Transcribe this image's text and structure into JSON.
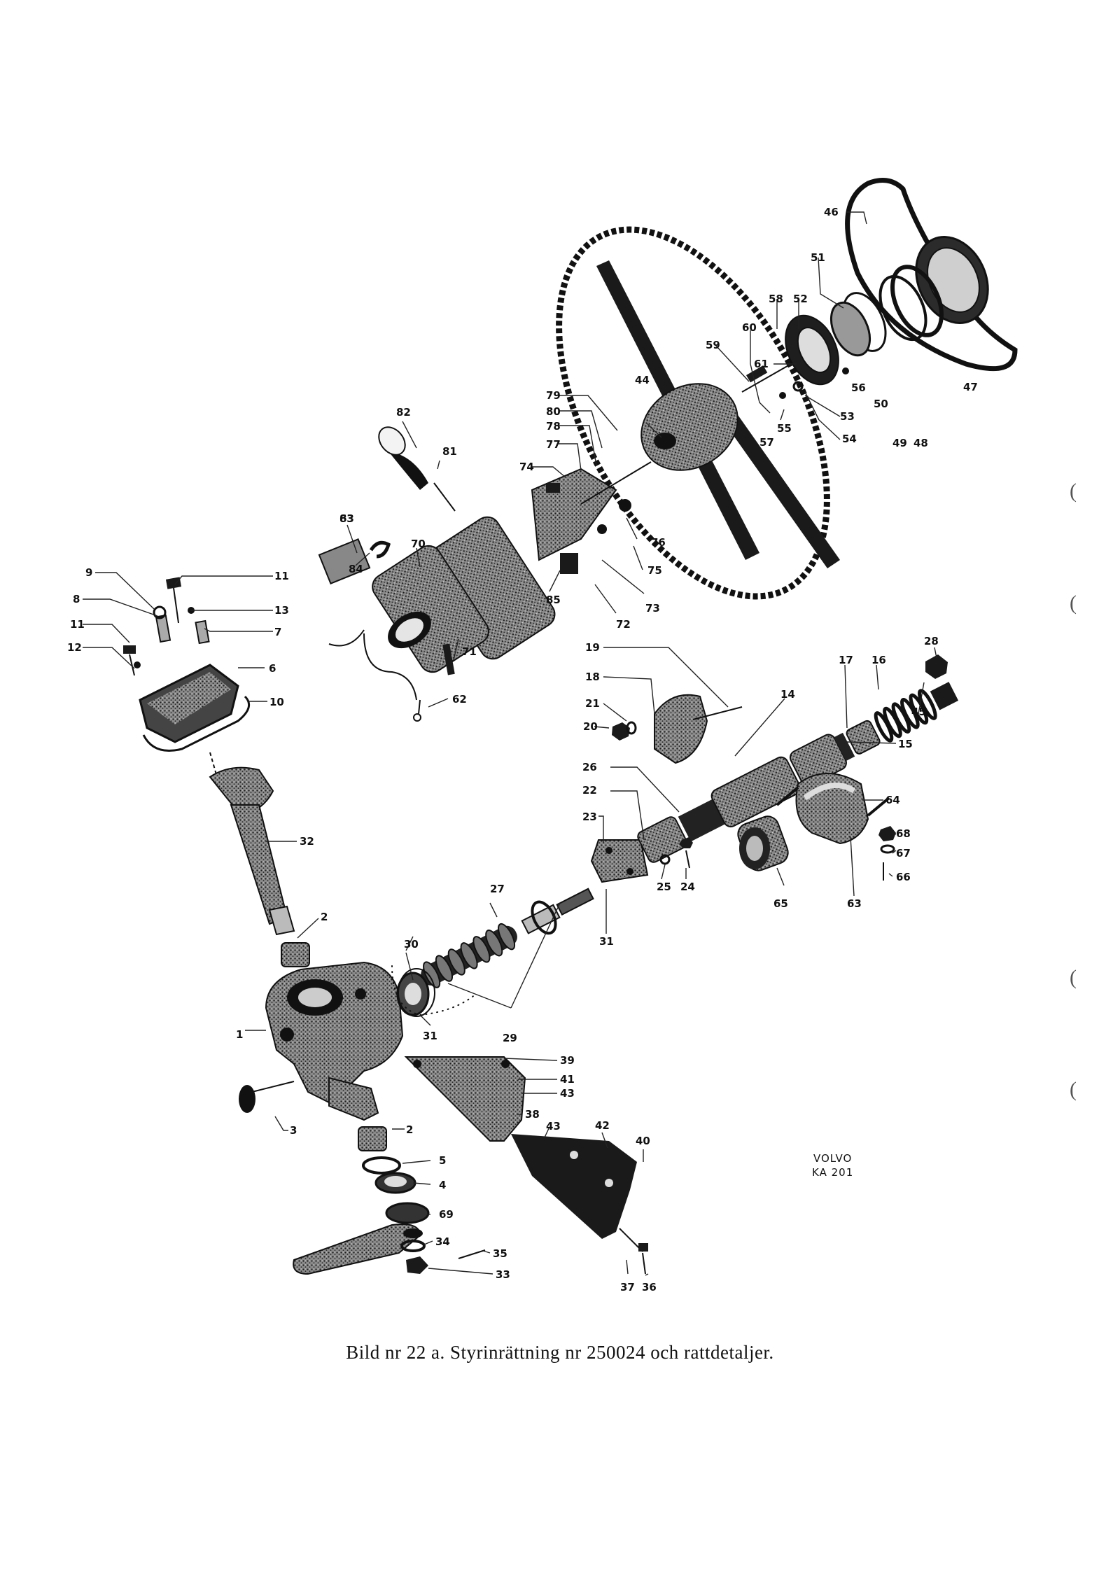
{
  "caption": "Bild nr 22 a.   Styrinrättning nr 250024 och rattdetaljer.",
  "stamp": [
    "VOLVO",
    "KA 201"
  ],
  "margin_marks": [
    "(",
    "(",
    "(",
    "("
  ],
  "part_labels": {
    "p1": "1",
    "p2a": "2",
    "p2b": "2",
    "p3": "3",
    "p4": "4",
    "p5": "5",
    "p6": "6",
    "p7": "7",
    "p8": "8",
    "p9": "9",
    "p10": "10",
    "p11a": "11",
    "p11b": "11",
    "p12": "12",
    "p13": "13",
    "p14": "14",
    "p15": "15",
    "p16": "16",
    "p17": "17",
    "p18": "18",
    "p19": "19",
    "p20": "20",
    "p21": "21",
    "p22": "22",
    "p23": "23",
    "p24": "24",
    "p25": "25",
    "p26": "26",
    "p27": "27",
    "p28": "28",
    "p29": "29",
    "p30": "30",
    "p31a": "31",
    "p31b": "31",
    "p32": "32",
    "p33": "33",
    "p34": "34",
    "p35": "35",
    "p36": "36",
    "p37": "37",
    "p38": "38",
    "p39": "39",
    "p40": "40",
    "p41": "41",
    "p42": "42",
    "p43a": "43",
    "p43b": "43",
    "p44": "44",
    "p45": "45",
    "p46": "46",
    "p47": "47",
    "p48": "48",
    "p49": "49",
    "p50": "50",
    "p51": "51",
    "p52": "52",
    "p53": "53",
    "p54": "54",
    "p55": "55",
    "p56": "56",
    "p57": "57",
    "p58": "58",
    "p59": "59",
    "p60": "60",
    "p61": "61",
    "p62": "62",
    "p63a": "63",
    "p63b": "63",
    "p64": "64",
    "p65": "65",
    "p66": "66",
    "p67": "67",
    "p68": "68",
    "p69": "69",
    "p70": "70",
    "p71": "71",
    "p72": "72",
    "p73": "73",
    "p74": "74",
    "p75": "75",
    "p76": "76",
    "p77": "77",
    "p78": "78",
    "p79": "79",
    "p80": "80",
    "p81": "81",
    "p82": "82",
    "p83": "83",
    "p84": "84",
    "p85": "85"
  }
}
